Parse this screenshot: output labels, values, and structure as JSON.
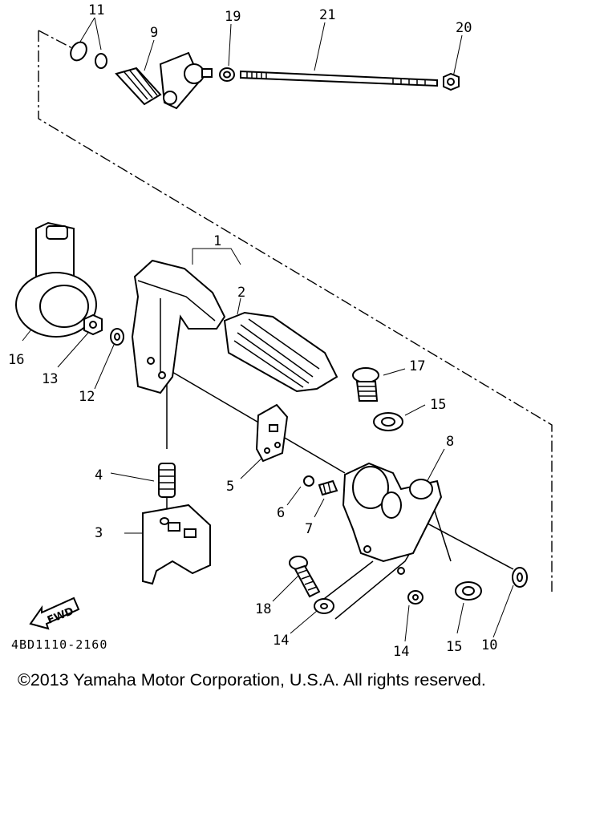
{
  "labels": {
    "p1": "1",
    "p2": "2",
    "p3": "3",
    "p4": "4",
    "p5": "5",
    "p6": "6",
    "p7": "7",
    "p8": "8",
    "p9": "9",
    "p10": "10",
    "p11": "11",
    "p12": "12",
    "p13": "13",
    "p14a": "14",
    "p14b": "14",
    "p15a": "15",
    "p15b": "15",
    "p16": "16",
    "p17": "17",
    "p18": "18",
    "p19": "19",
    "p20": "20",
    "p21": "21"
  },
  "diagram_code": "4BD1110-2160",
  "fwd_label": "FWD",
  "copyright": "©2013 Yamaha Motor Corporation, U.S.A. All rights reserved."
}
